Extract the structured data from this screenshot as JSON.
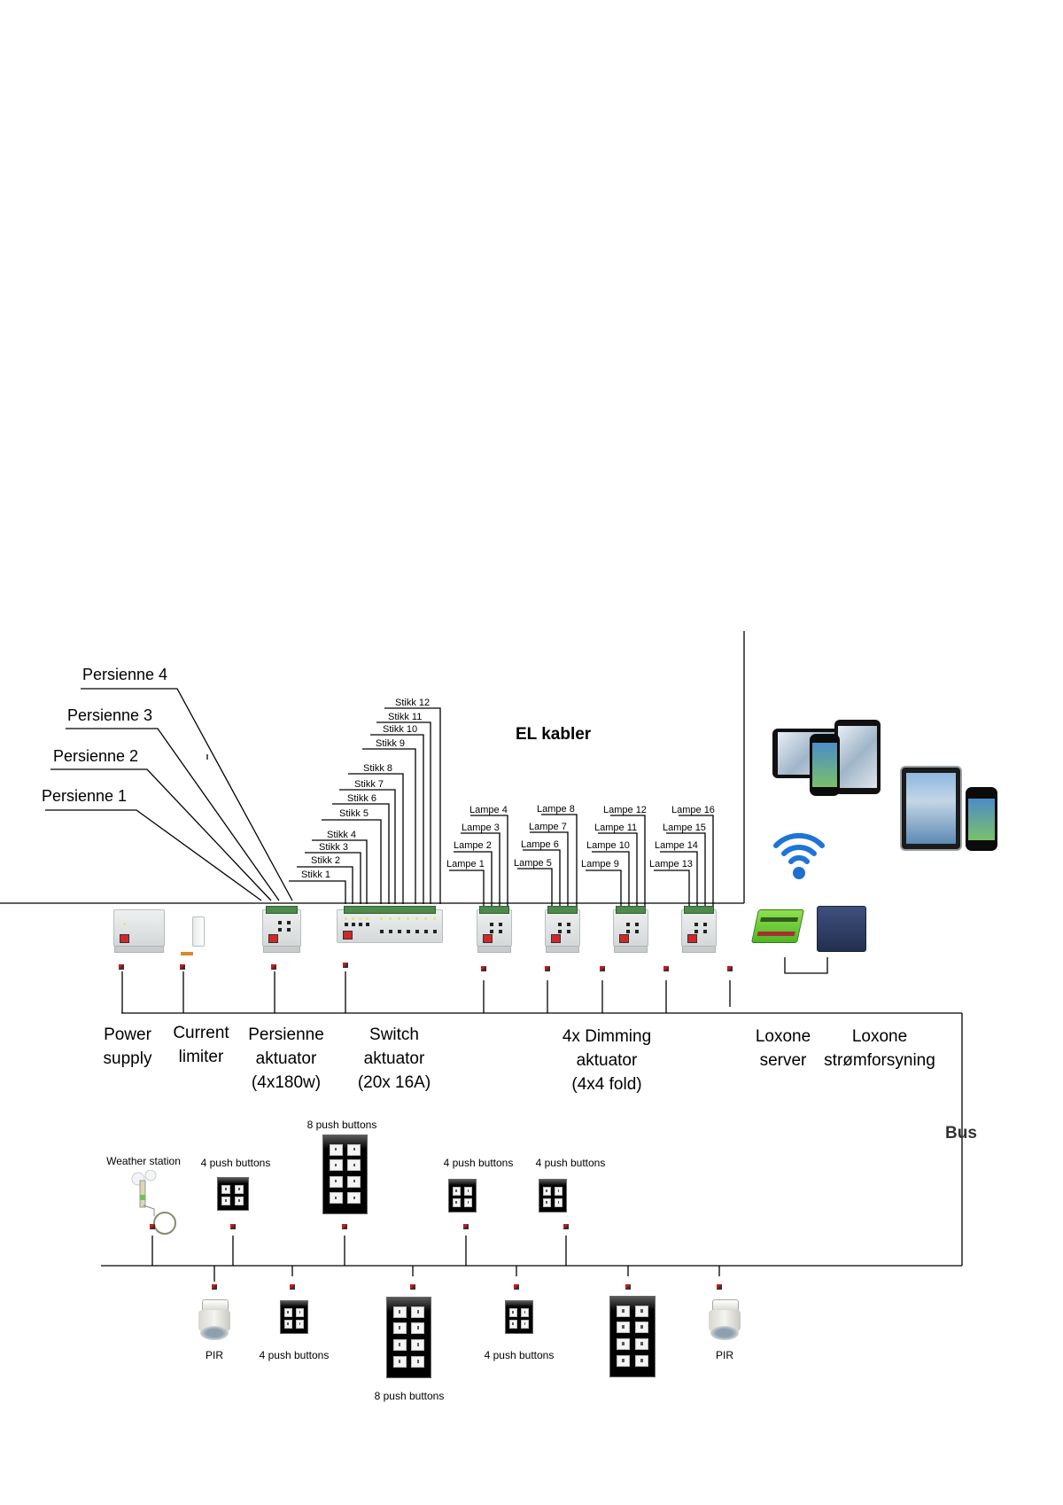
{
  "title": "EL kabler",
  "bus_label": "Bus",
  "persienne_labels": [
    "Persienne 1",
    "Persienne 2",
    "Persienne 3",
    "Persienne 4"
  ],
  "stikk_labels": [
    "Stikk 1",
    "Stikk 2",
    "Stikk 3",
    "Stikk 4",
    "Stikk 5",
    "Stikk 6",
    "Stikk 7",
    "Stikk 8",
    "Stikk 9",
    "Stikk 10",
    "Stikk 11",
    "Stikk 12"
  ],
  "lampe_groups": [
    [
      "Lampe 1",
      "Lampe 2",
      "Lampe 3",
      "Lampe 4"
    ],
    [
      "Lampe 5",
      "Lampe 6",
      "Lampe 7",
      "Lampe 8"
    ],
    [
      "Lampe 9",
      "Lampe 10",
      "Lampe 11",
      "Lampe 12"
    ],
    [
      "Lampe 13",
      "Lampe 14",
      "Lampe 15",
      "Lampe 16"
    ]
  ],
  "devices": {
    "power_supply": {
      "line1": "Power",
      "line2": "supply"
    },
    "current_limiter": {
      "line1": "Current",
      "line2": "limiter"
    },
    "persienne_aktuator": {
      "line1": "Persienne",
      "line2": "aktuator",
      "line3": "(4x180w)"
    },
    "switch_aktuator": {
      "line1": "Switch",
      "line2": "aktuator",
      "line3": "(20x 16A)"
    },
    "dimming_aktuator": {
      "line1": "4x Dimming",
      "line2": "aktuator",
      "line3": "(4x4 fold)"
    },
    "loxone_server": {
      "line1": "Loxone",
      "line2": "server"
    },
    "loxone_psu": {
      "line1": "Loxone",
      "line2": "strømforsyning"
    }
  },
  "bus_devices_top": [
    {
      "label": "Weather station",
      "type": "weather"
    },
    {
      "label": "4 push buttons",
      "type": "panel4"
    },
    {
      "label": "8 push buttons",
      "type": "panel8"
    },
    {
      "label": "4 push buttons",
      "type": "panel4"
    },
    {
      "label": "4 push buttons",
      "type": "panel4"
    }
  ],
  "bus_devices_bottom": [
    {
      "label": "PIR",
      "type": "pir"
    },
    {
      "label": "4 push buttons",
      "type": "panel4"
    },
    {
      "label": "8 push buttons",
      "type": "panel8"
    },
    {
      "label": "4 push buttons",
      "type": "panel4"
    },
    {
      "label": "",
      "type": "panel8"
    },
    {
      "label": "PIR",
      "type": "pir"
    }
  ],
  "colors": {
    "knx_red": "#d4121a",
    "terminal_green": "#4e8a4e",
    "loxone_green": "#6ccb3a",
    "loxone_psu_blue": "#2c3a60",
    "wifi_blue": "#1e74d8"
  }
}
